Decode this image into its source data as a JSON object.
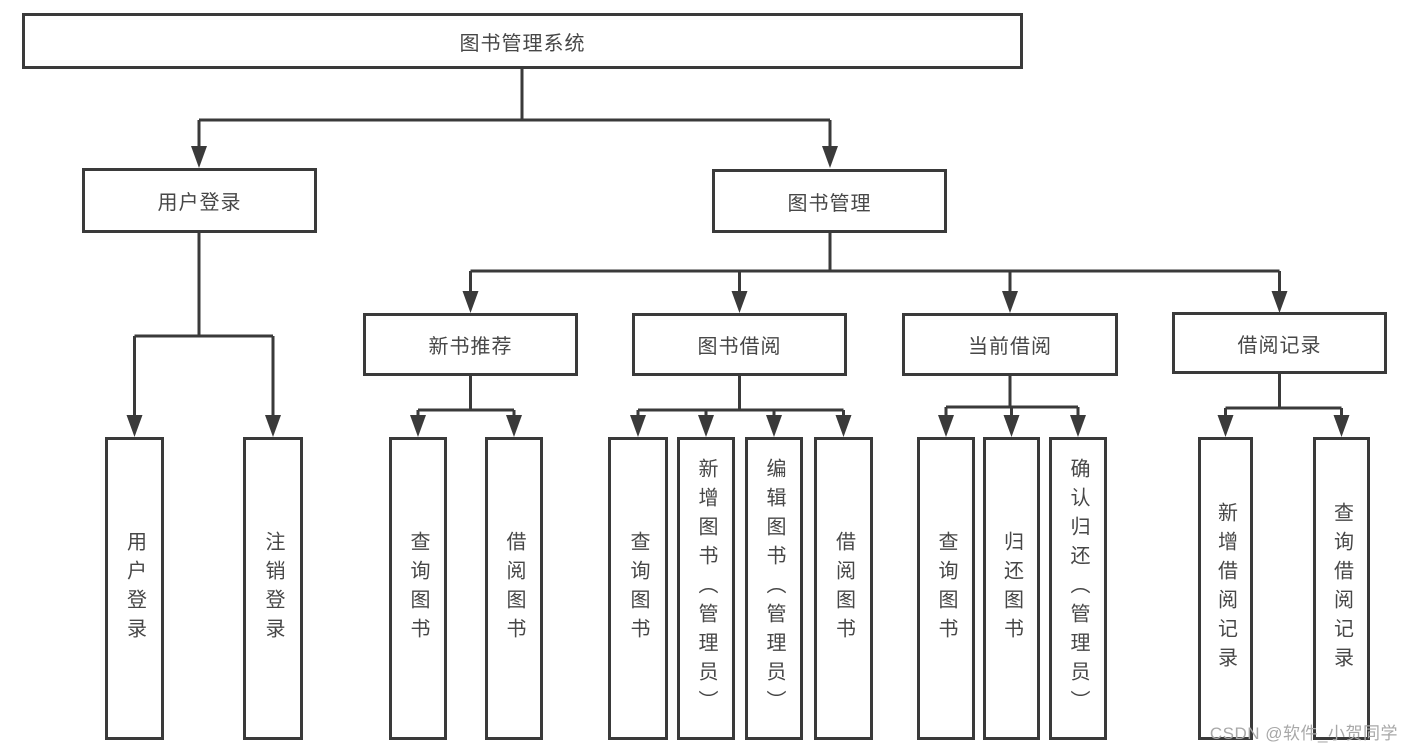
{
  "nodes": {
    "root": "图书管理系统",
    "user_login": "用户登录",
    "book_mgmt": "图书管理",
    "new_book_rec": "新书推荐",
    "book_borrow": "图书借阅",
    "current_borrow": "当前借阅",
    "borrow_record": "借阅记录",
    "leaf_user_login": "用户登录",
    "leaf_logout": "注销登录",
    "rec_query_books": "查询图书",
    "rec_borrow_books": "借阅图书",
    "bb_query_books": "查询图书",
    "bb_add_books": "新增图书（管理员）",
    "bb_edit_books": "编辑图书（管理员）",
    "bb_borrow_books": "借阅图书",
    "cb_query_books": "查询图书",
    "cb_return_books": "归还图书",
    "cb_confirm_return": "确认归还（管理员）",
    "br_add_record": "新增借阅记录",
    "br_query_record": "查询借阅记录"
  },
  "watermark": "CSDN @软件_小贺同学",
  "colors": {
    "line": "#3a3a3a",
    "text": "#474747",
    "watermark": "#a8a8a8",
    "bg": "#ffffff"
  }
}
